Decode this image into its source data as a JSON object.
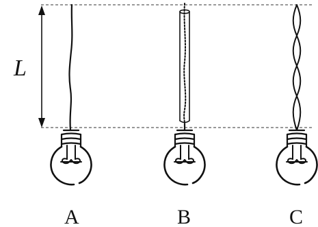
{
  "length_label": "L",
  "bulbs": [
    {
      "id": "A",
      "label": "A",
      "suspension": "single-wire-icon"
    },
    {
      "id": "B",
      "label": "B",
      "suspension": "wire-in-tube-icon"
    },
    {
      "id": "C",
      "label": "C",
      "suspension": "twisted-wire-icon"
    }
  ]
}
